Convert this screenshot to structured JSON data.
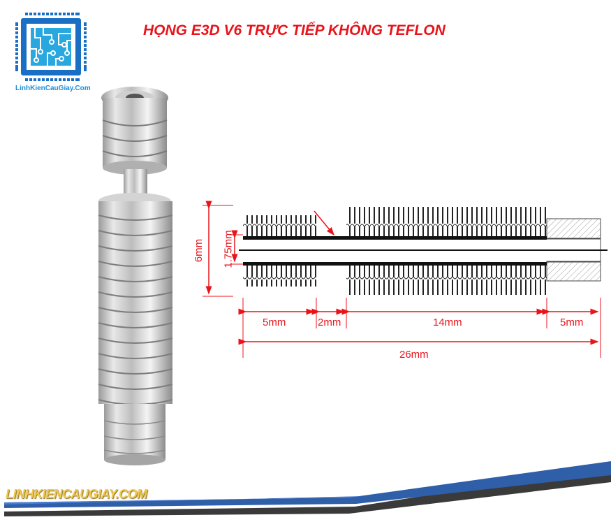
{
  "header": {
    "title": "HỌNG E3D V6 TRỰC TIẾP KHÔNG TEFLON",
    "title_color": "#e8141b"
  },
  "logo": {
    "icon": "circuit-chip-icon",
    "text": "LinhKienCauGiay.Com",
    "color": "#1a8fd6"
  },
  "product_photo": {
    "icon": "heatbreak-throat-photo",
    "description": "Stainless steel E3D V6 heatbreak throat"
  },
  "diagram": {
    "dimensions": {
      "outer_diameter": "6mm",
      "inner_diameter": "1.75mm",
      "segment_1": "5mm",
      "segment_2": "2mm",
      "segment_3": "14mm",
      "segment_4": "5mm",
      "total_length": "26mm"
    },
    "dimension_color": "#e8141b"
  },
  "footer": {
    "brand": "LINHKIENCAUGIAY.COM",
    "brand_color": "#f2c94c",
    "stripe_blue": "#2f5fa8",
    "stripe_dark": "#3a3a3a"
  }
}
